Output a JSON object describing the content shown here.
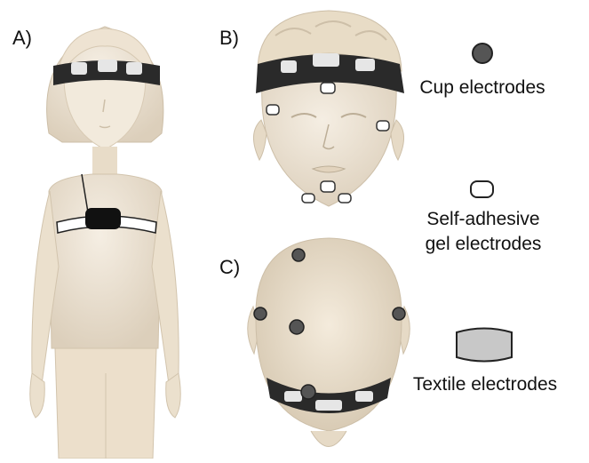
{
  "panels": {
    "a": "A)",
    "b": "B)",
    "c": "C)"
  },
  "legend": {
    "cup": "Cup electrodes",
    "gel_line1": "Self-adhesive",
    "gel_line2": "gel electrodes",
    "textile": "Textile electrodes"
  },
  "colors": {
    "skin": "#efe5d6",
    "skin_shade": "#d9ccb8",
    "band": "#2a2a2a",
    "pad": "#e6e6e6",
    "cup": "#555555",
    "gel": "#ffffff",
    "textile": "#c8c8c8"
  }
}
